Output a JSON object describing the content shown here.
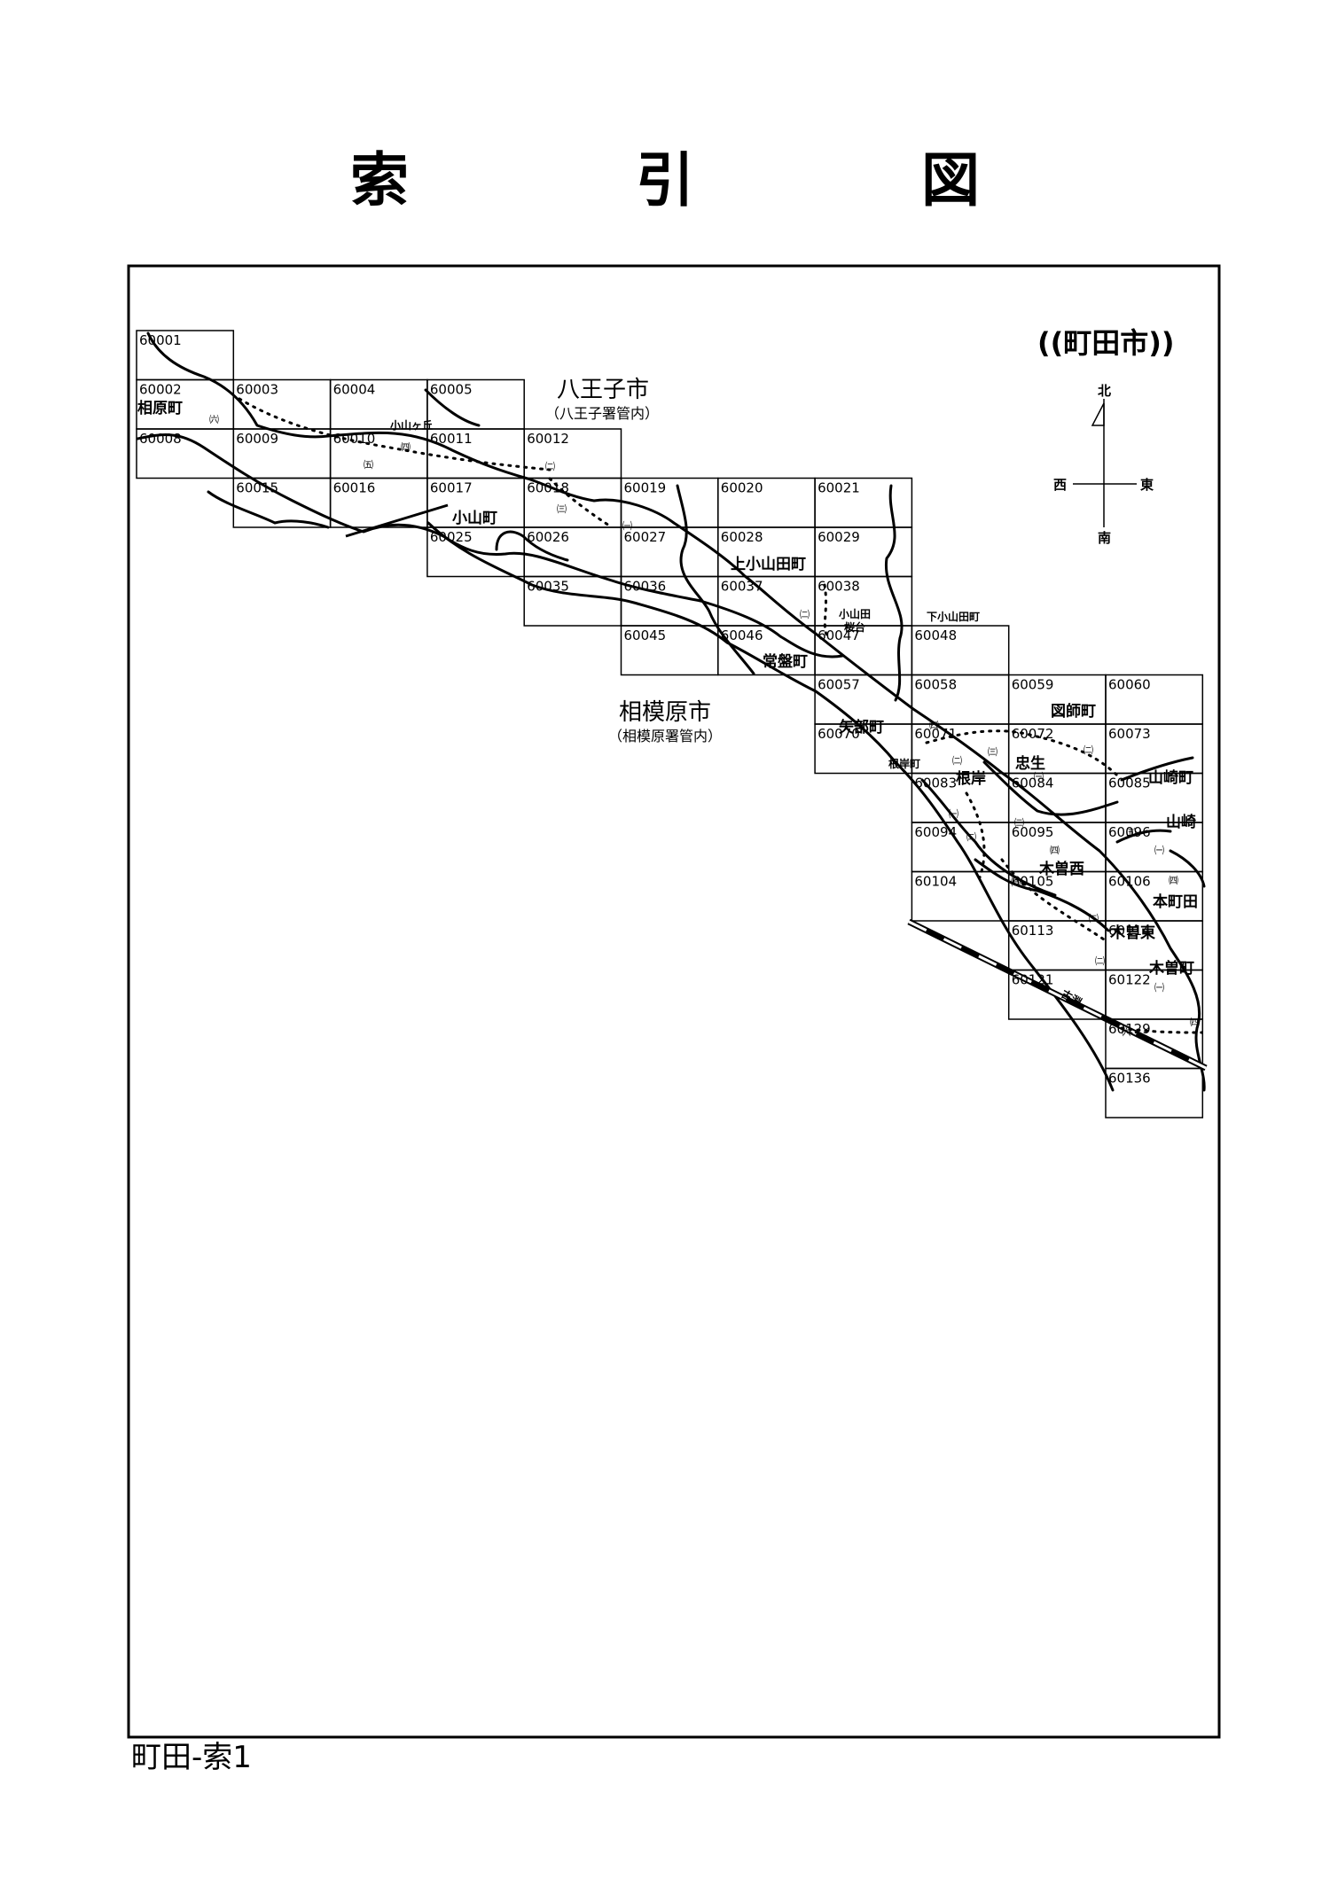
{
  "title": "索　引　図",
  "footer": "町田-索1",
  "region_label": "((町田市))",
  "compass": {
    "north": "北",
    "south": "南",
    "east": "東",
    "west": "西"
  },
  "cities": [
    {
      "name": "八王子市",
      "sub": "（八王子署管内）"
    },
    {
      "name": "相模原市",
      "sub": "（相模原署管内）"
    }
  ],
  "sheets": [
    "60001",
    "60002",
    "60003",
    "60004",
    "60005",
    "60008",
    "60009",
    "60010",
    "60011",
    "60012",
    "60015",
    "60016",
    "60017",
    "60018",
    "60019",
    "60020",
    "60021",
    "60025",
    "60026",
    "60027",
    "60028",
    "60029",
    "60035",
    "60036",
    "60037",
    "60038",
    "60045",
    "60046",
    "60047",
    "60048",
    "60057",
    "60058",
    "60059",
    "60060",
    "60070",
    "60071",
    "60072",
    "60073",
    "60083",
    "60084",
    "60085",
    "60094",
    "60095",
    "60096",
    "60104",
    "60105",
    "60106",
    "60113",
    "60114",
    "60121",
    "60122",
    "60129",
    "60136"
  ],
  "towns": [
    "相原町",
    "小山ヶ丘",
    "小山町",
    "上小山田町",
    "小山田",
    "桜台",
    "下小山田町",
    "常盤町",
    "矢部町",
    "図師町",
    "根岸町",
    "根岸",
    "忠生",
    "山崎町",
    "山崎",
    "木曽西",
    "本町田",
    "木曽東",
    "木曽町",
    "古淵"
  ],
  "district_marks": [
    "㈥",
    "㈤",
    "㈣",
    "㈢",
    "㈡",
    "㈠"
  ]
}
